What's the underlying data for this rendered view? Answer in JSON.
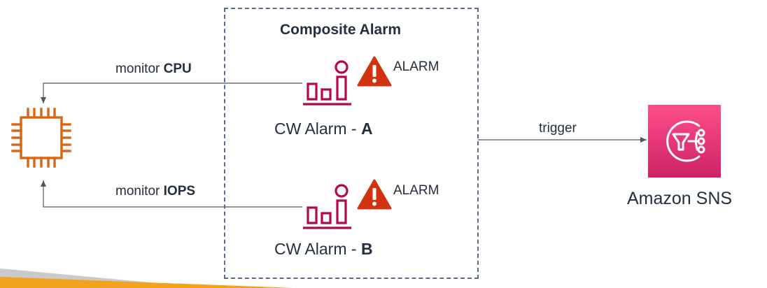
{
  "composite": {
    "title": "Composite Alarm"
  },
  "alarms": [
    {
      "prefix": "CW Alarm - ",
      "letter": "A",
      "state": "ALARM",
      "monitor_prefix": "monitor ",
      "monitor_metric": "CPU"
    },
    {
      "prefix": "CW Alarm - ",
      "letter": "B",
      "state": "ALARM",
      "monitor_prefix": "monitor ",
      "monitor_metric": "IOPS"
    }
  ],
  "trigger": {
    "label": "trigger"
  },
  "sns": {
    "label": "Amazon SNS"
  },
  "icons": {
    "ec2": "ec2-instance-icon",
    "alarm": "cloudwatch-alarm-icon",
    "warning": "warning-icon",
    "sns": "sns-icon"
  },
  "colors": {
    "ec2_orange": "#d86613",
    "alarm_maroon": "#b0084d",
    "warning_red": "#d13212",
    "sns_pink": "#e7157b",
    "box_border": "#5a6b86",
    "arrow": "#555555"
  }
}
